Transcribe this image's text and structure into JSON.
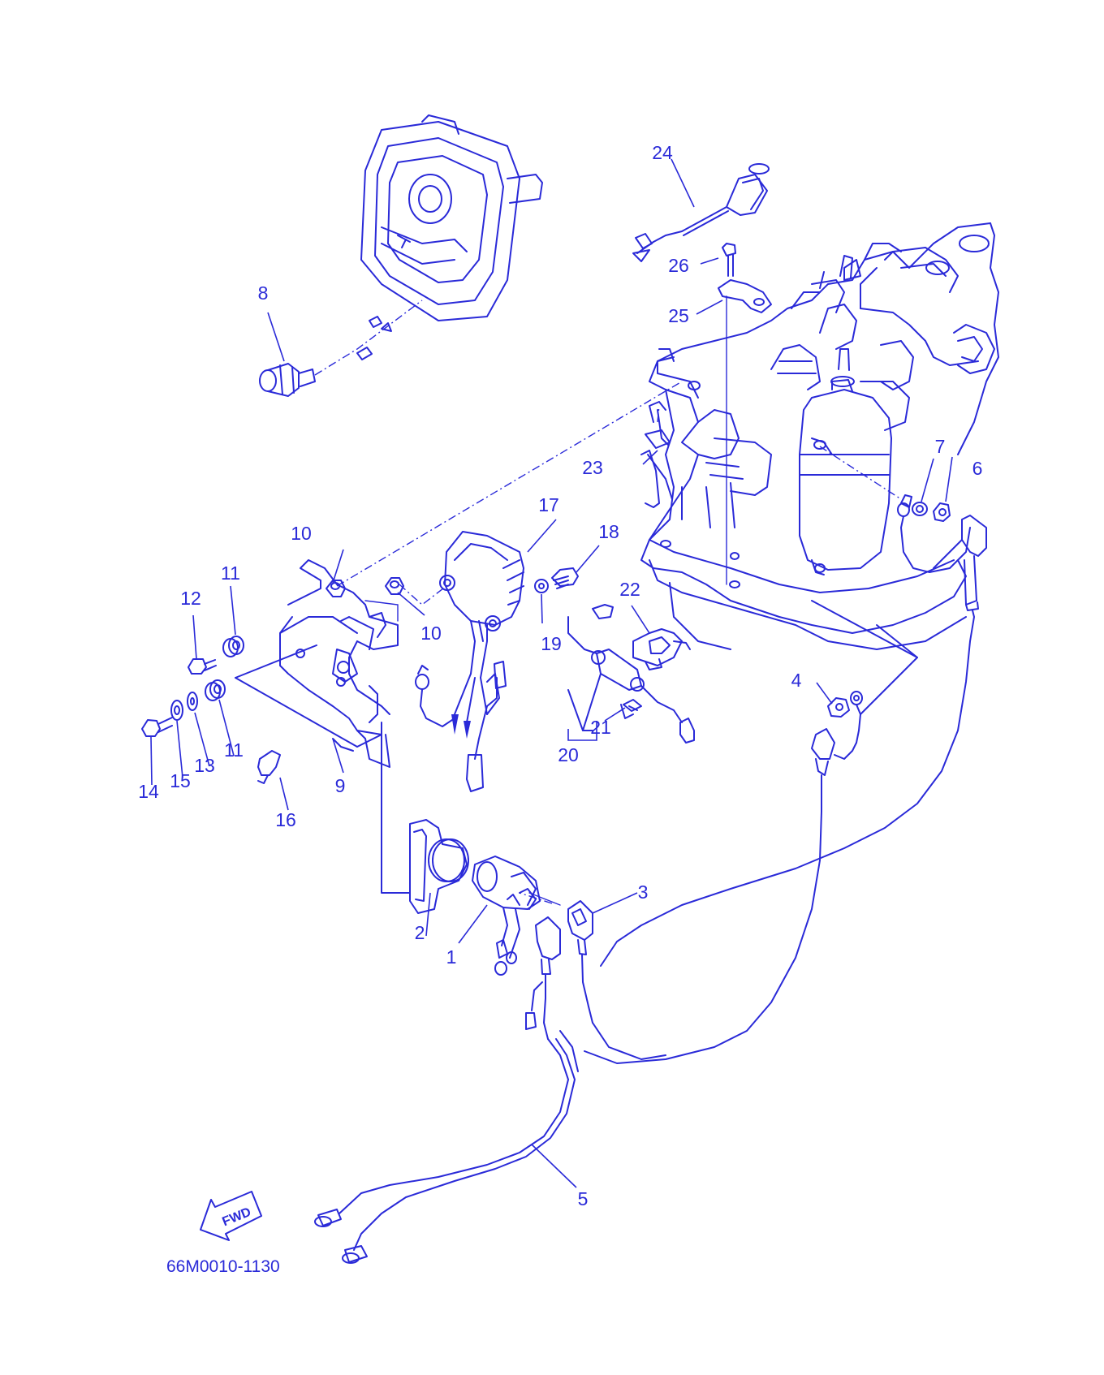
{
  "diagram": {
    "callouts": [
      {
        "id": "c1",
        "label": "1"
      },
      {
        "id": "c2",
        "label": "2"
      },
      {
        "id": "c3",
        "label": "3"
      },
      {
        "id": "c4",
        "label": "4"
      },
      {
        "id": "c5",
        "label": "5"
      },
      {
        "id": "c6",
        "label": "6"
      },
      {
        "id": "c7",
        "label": "7"
      },
      {
        "id": "c8",
        "label": "8"
      },
      {
        "id": "c9",
        "label": "9"
      },
      {
        "id": "c10a",
        "label": "10"
      },
      {
        "id": "c10b",
        "label": "10"
      },
      {
        "id": "c11a",
        "label": "11"
      },
      {
        "id": "c11b",
        "label": "11"
      },
      {
        "id": "c12",
        "label": "12"
      },
      {
        "id": "c13",
        "label": "13"
      },
      {
        "id": "c14",
        "label": "14"
      },
      {
        "id": "c15",
        "label": "15"
      },
      {
        "id": "c16",
        "label": "16"
      },
      {
        "id": "c17",
        "label": "17"
      },
      {
        "id": "c18",
        "label": "18"
      },
      {
        "id": "c19",
        "label": "19"
      },
      {
        "id": "c20",
        "label": "20"
      },
      {
        "id": "c21",
        "label": "21"
      },
      {
        "id": "c22",
        "label": "22"
      },
      {
        "id": "c23",
        "label": "23"
      },
      {
        "id": "c24",
        "label": "24"
      },
      {
        "id": "c25",
        "label": "25"
      },
      {
        "id": "c26",
        "label": "26"
      }
    ],
    "fwd_arrow": "FWD",
    "reference_code": "66M0010-1130",
    "line_color": "#2a2ad8",
    "background_color": "#ffffff"
  }
}
